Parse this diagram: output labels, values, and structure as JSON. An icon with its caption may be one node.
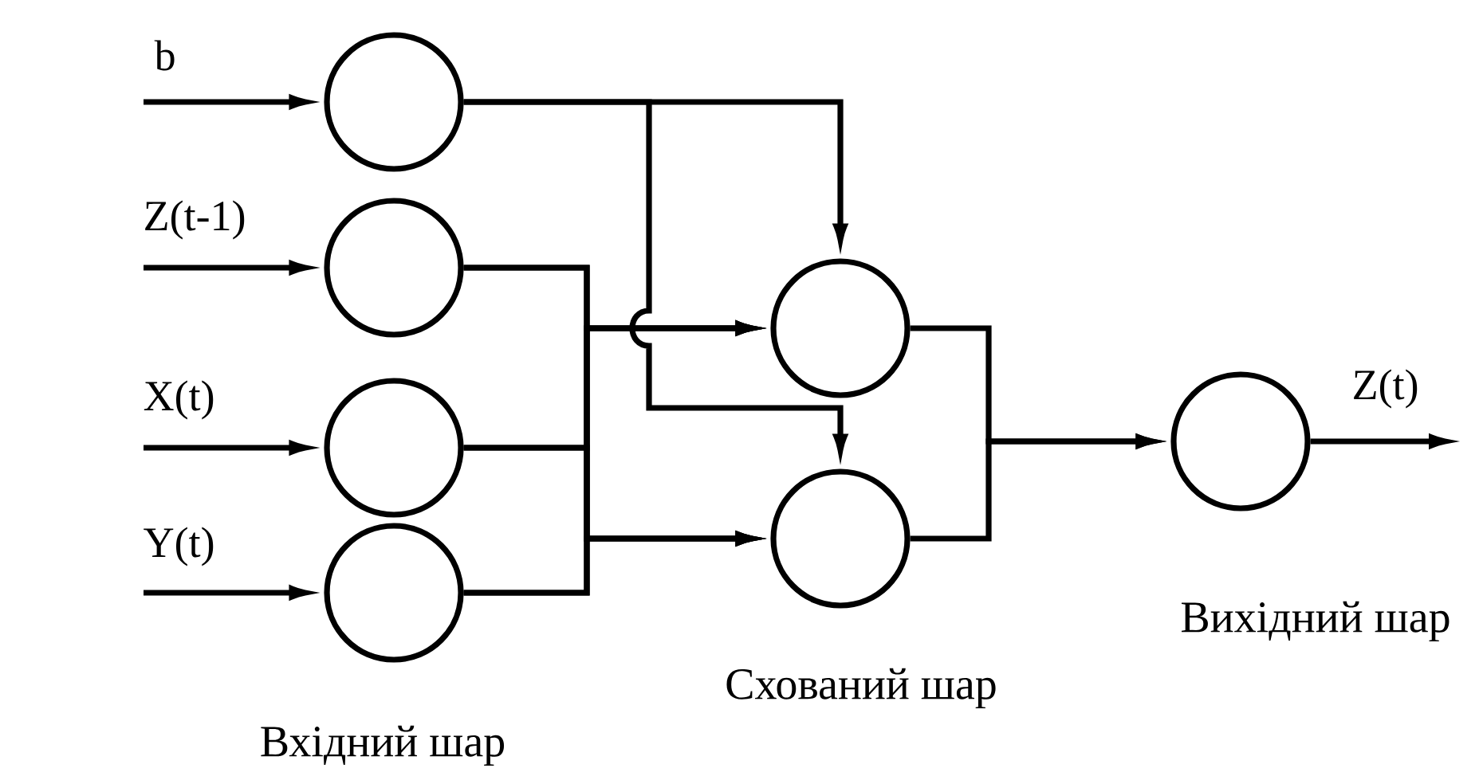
{
  "diagram": {
    "nodes": [
      {
        "text": [],
        "shape": "circle"
      },
      {
        "text": [],
        "shape": "circle"
      },
      {
        "text": [],
        "shape": "circle"
      },
      {
        "text": [],
        "shape": "circle"
      },
      {
        "text": [],
        "shape": "circle"
      },
      {
        "text": [],
        "shape": "circle"
      },
      {
        "text": [],
        "shape": "circle"
      }
    ],
    "edges": [
      {
        "from": null,
        "to": 0,
        "arrow": "to",
        "label": "b"
      },
      {
        "from": null,
        "to": 1,
        "arrow": "to",
        "label": "Z(t-1)"
      },
      {
        "from": null,
        "to": 2,
        "arrow": "to",
        "label": "X(t)"
      },
      {
        "from": null,
        "to": 3,
        "arrow": "to",
        "label": "Y(t)"
      },
      {
        "from": 0,
        "to": 4,
        "arrow": "to"
      },
      {
        "from": 0,
        "to": 5,
        "arrow": "to"
      },
      {
        "from": 1,
        "to": 4,
        "arrow": "to"
      },
      {
        "from": 1,
        "to": 5,
        "arrow": "to"
      },
      {
        "from": 2,
        "to": 4,
        "arrow": "to"
      },
      {
        "from": 2,
        "to": 5,
        "arrow": "to"
      },
      {
        "from": 3,
        "to": 4,
        "arrow": "to"
      },
      {
        "from": 3,
        "to": 5,
        "arrow": "to"
      },
      {
        "from": 4,
        "to": 6,
        "arrow": "to"
      },
      {
        "from": 5,
        "to": 6,
        "arrow": "to"
      },
      {
        "from": 6,
        "to": null,
        "arrow": "to",
        "label": "Z(t)"
      }
    ],
    "labels": [
      "Вихідний шар",
      "Схований шар",
      "Вхідний шар"
    ]
  }
}
